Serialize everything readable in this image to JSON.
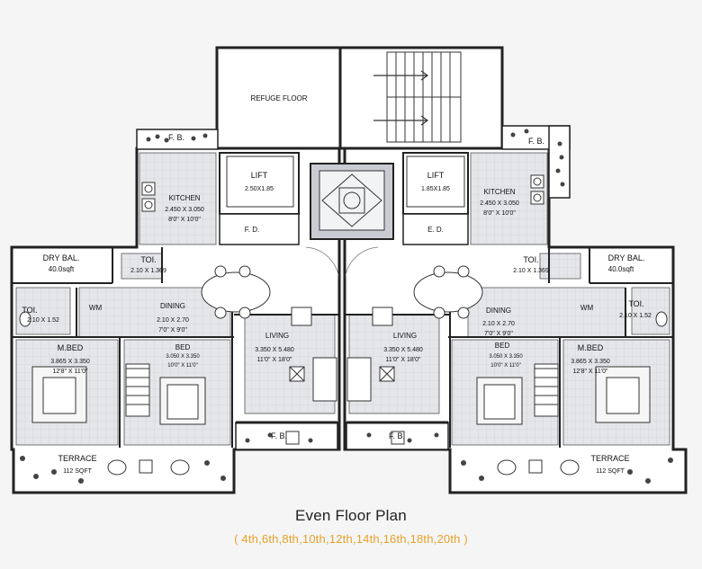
{
  "plan": {
    "refuge": "REFUGE FLOOR",
    "lift_left": {
      "name": "LIFT",
      "size": "2.50X1.85"
    },
    "lift_right": {
      "name": "LIFT",
      "size": "1.85X1.85"
    },
    "fd": "F. D.",
    "ed": "E. D.",
    "fb": "F. B.",
    "kitchen": {
      "name": "KITCHEN",
      "size": "2.450 X 3.050",
      "imperial": "8'0\" X 10'0\""
    },
    "toi_small": {
      "name": "TOI.",
      "size": "2.10 X 1.369"
    },
    "toi_left": {
      "name": "TOI.",
      "size": "2.10 X 1.52"
    },
    "toi_right": {
      "name": "TOI.",
      "size": "2.10 X 1.52"
    },
    "dry_bal": {
      "name": "DRY BAL.",
      "size": "40.0sqft"
    },
    "wm": "WM",
    "dining": {
      "name": "DINING",
      "size": "2.10 X 2.70",
      "imperial": "7'0\" X 9'0\""
    },
    "living": {
      "name": "LIVING",
      "size": "3.350 X 5.480",
      "imperial": "11'0\" X 18'0\""
    },
    "mbed": {
      "name": "M.BED",
      "size": "3.865 X 3.350",
      "imperial": "12'8\" X 11'0\""
    },
    "bed": {
      "name": "BED",
      "size": "3.050 X 3.350",
      "imperial": "10'0\" X 11'0\""
    },
    "terrace": {
      "name": "TERRACE",
      "size": "112 SQFT"
    }
  },
  "caption": {
    "title": "Even Floor Plan",
    "floors": "( 4th,6th,8th,10th,12th,14th,16th,18th,20th )"
  }
}
